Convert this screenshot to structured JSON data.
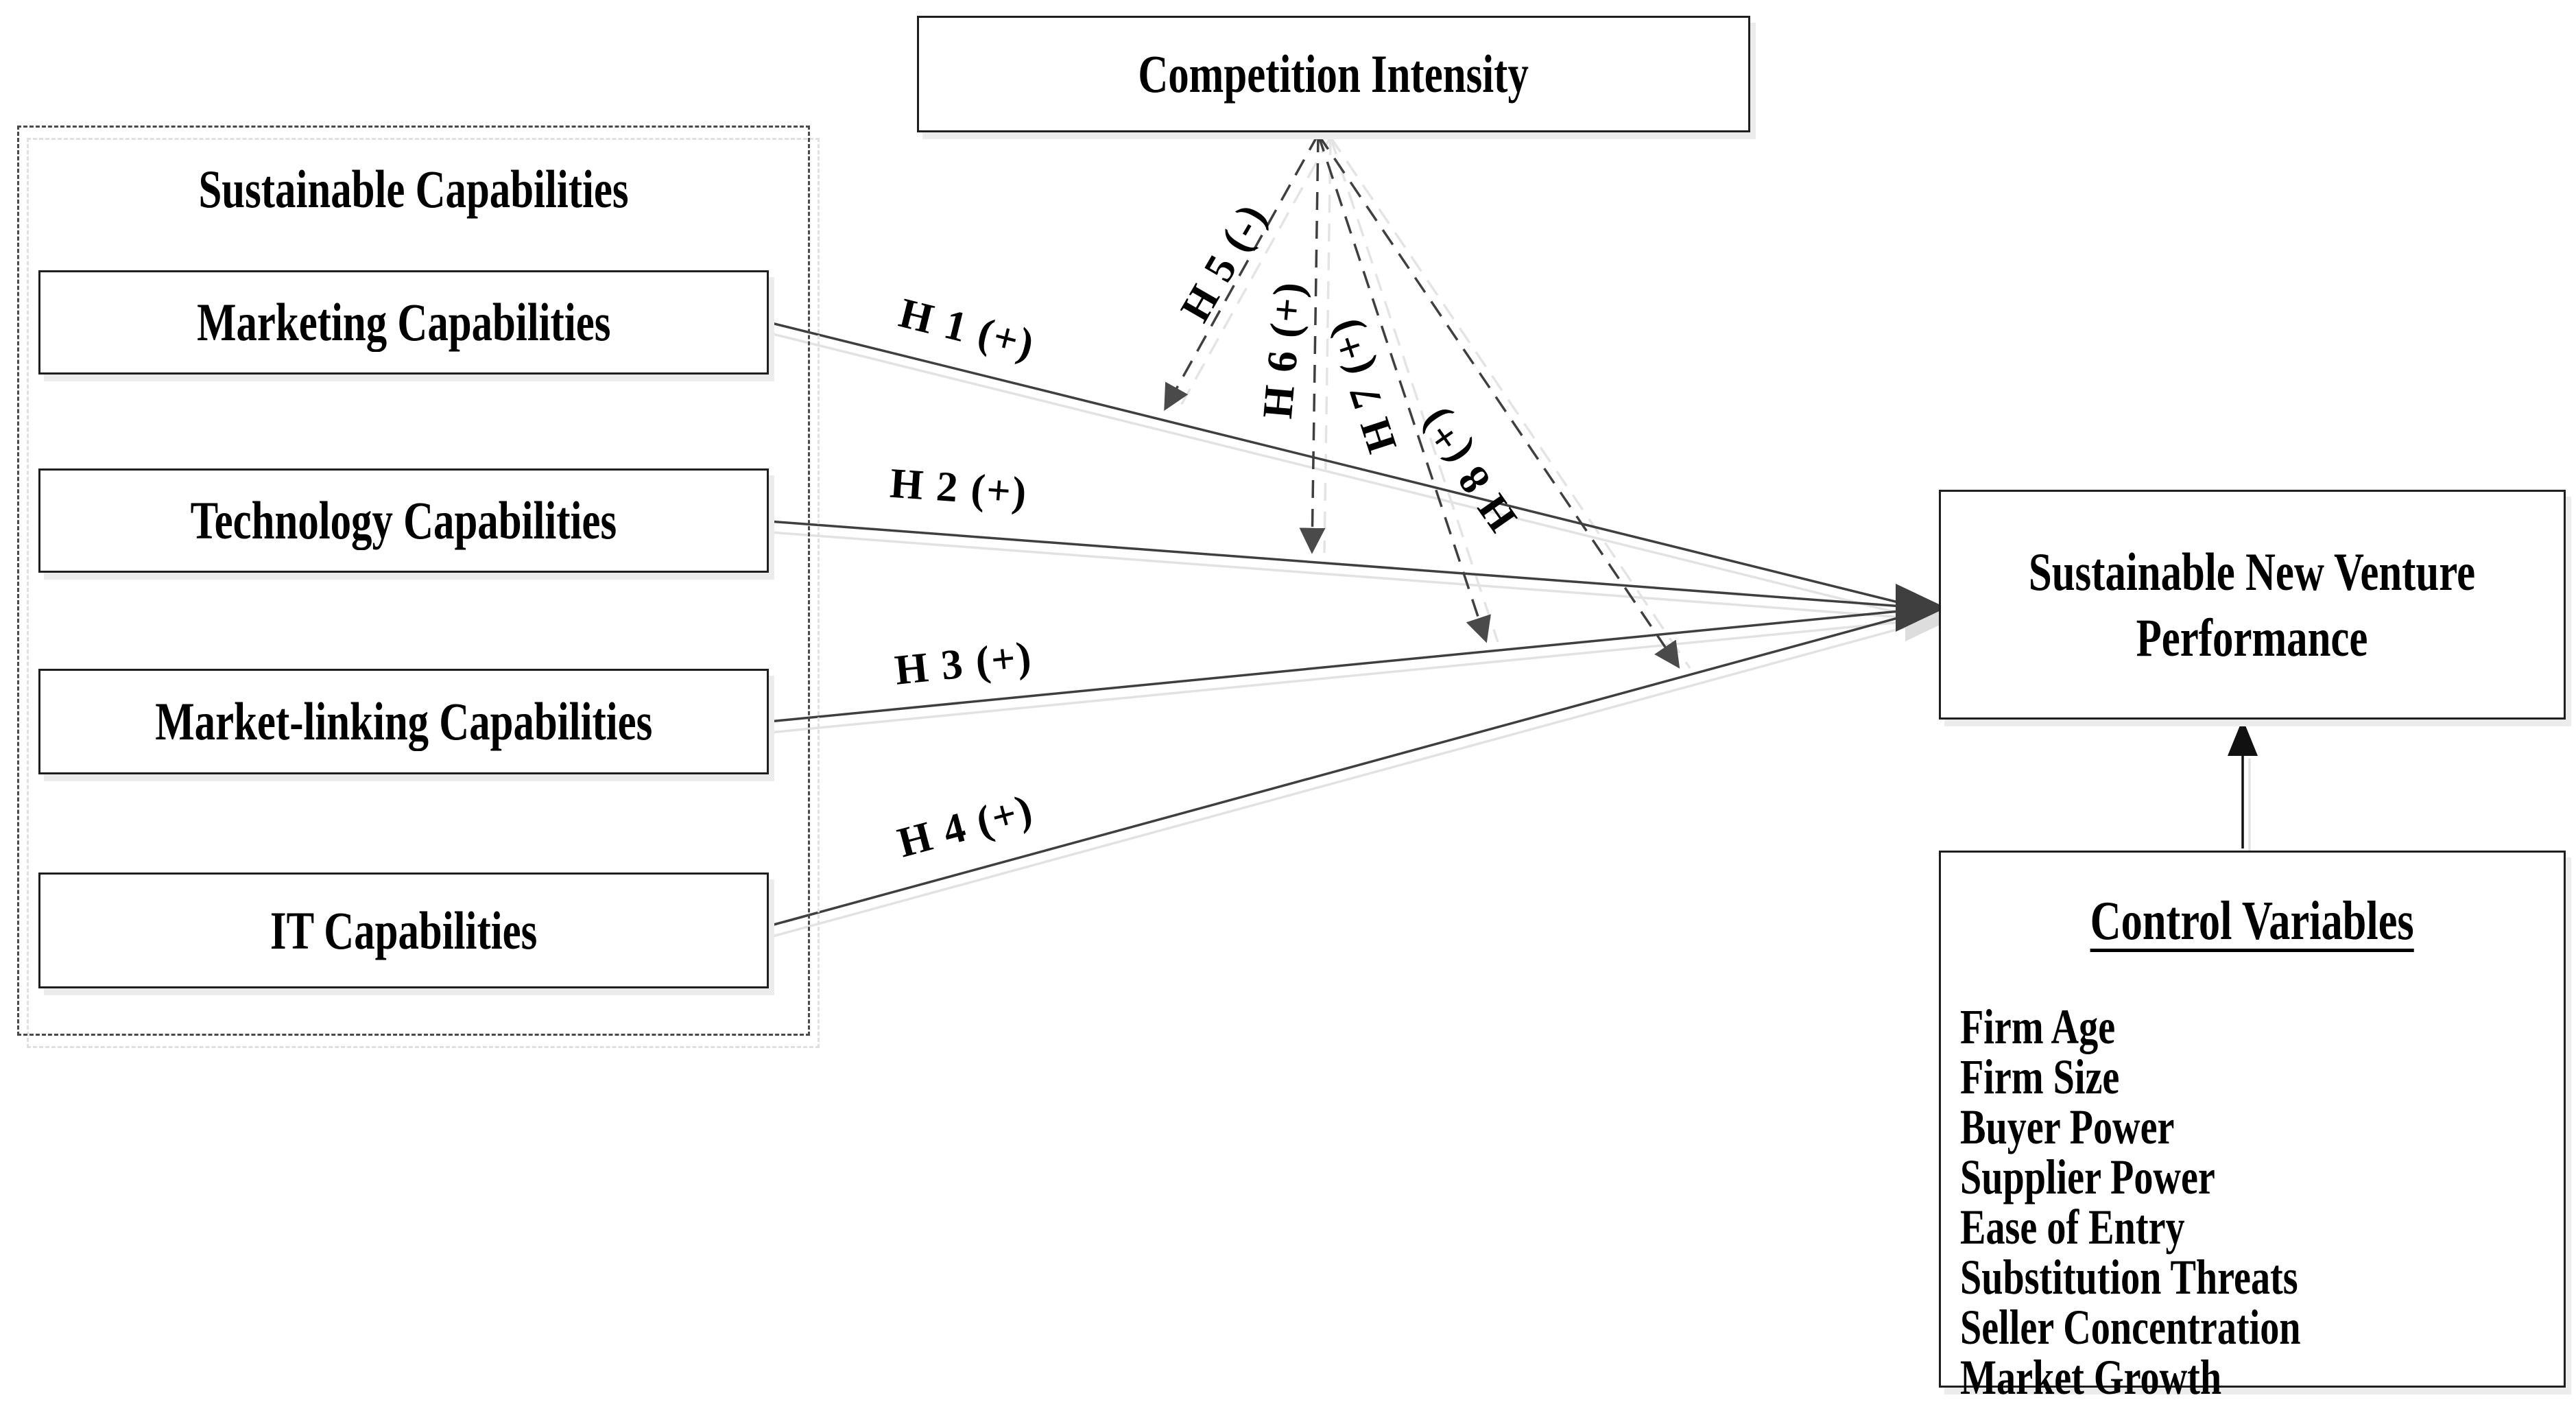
{
  "diagram": {
    "competition_intensity": {
      "label": "Competition Intensity"
    },
    "sustainable_capabilities": {
      "title": "Sustainable Capabilities",
      "items": [
        {
          "label": "Marketing Capabilities"
        },
        {
          "label": "Technology Capabilities"
        },
        {
          "label": "Market-linking Capabilities"
        },
        {
          "label": "IT Capabilities"
        }
      ]
    },
    "outcome": {
      "line1": "Sustainable New Venture",
      "line2": "Performance"
    },
    "control_variables": {
      "title": "Control Variables",
      "items": [
        "Firm Age",
        "Firm Size",
        "Buyer Power",
        "Supplier Power",
        "Ease of Entry",
        "Substitution Threats",
        "Seller Concentration",
        "Market Growth"
      ]
    },
    "hypotheses": {
      "direct": [
        {
          "id": "h1",
          "label": "H 1 (+)"
        },
        {
          "id": "h2",
          "label": "H 2 (+)"
        },
        {
          "id": "h3",
          "label": "H 3 (+)"
        },
        {
          "id": "h4",
          "label": "H 4 (+)"
        }
      ],
      "moderating": [
        {
          "id": "h5",
          "label": "H 5 (-)"
        },
        {
          "id": "h6",
          "label": "H 6 (+)"
        },
        {
          "id": "h7",
          "label": "H 7 (+)"
        },
        {
          "id": "h8",
          "label": "H 8 (+)"
        }
      ]
    },
    "colors": {
      "line": "#3f3f3f",
      "line_shadow": "#e2e2e2",
      "border": "#1f1f1f",
      "text": "#000000",
      "background": "#ffffff"
    }
  }
}
